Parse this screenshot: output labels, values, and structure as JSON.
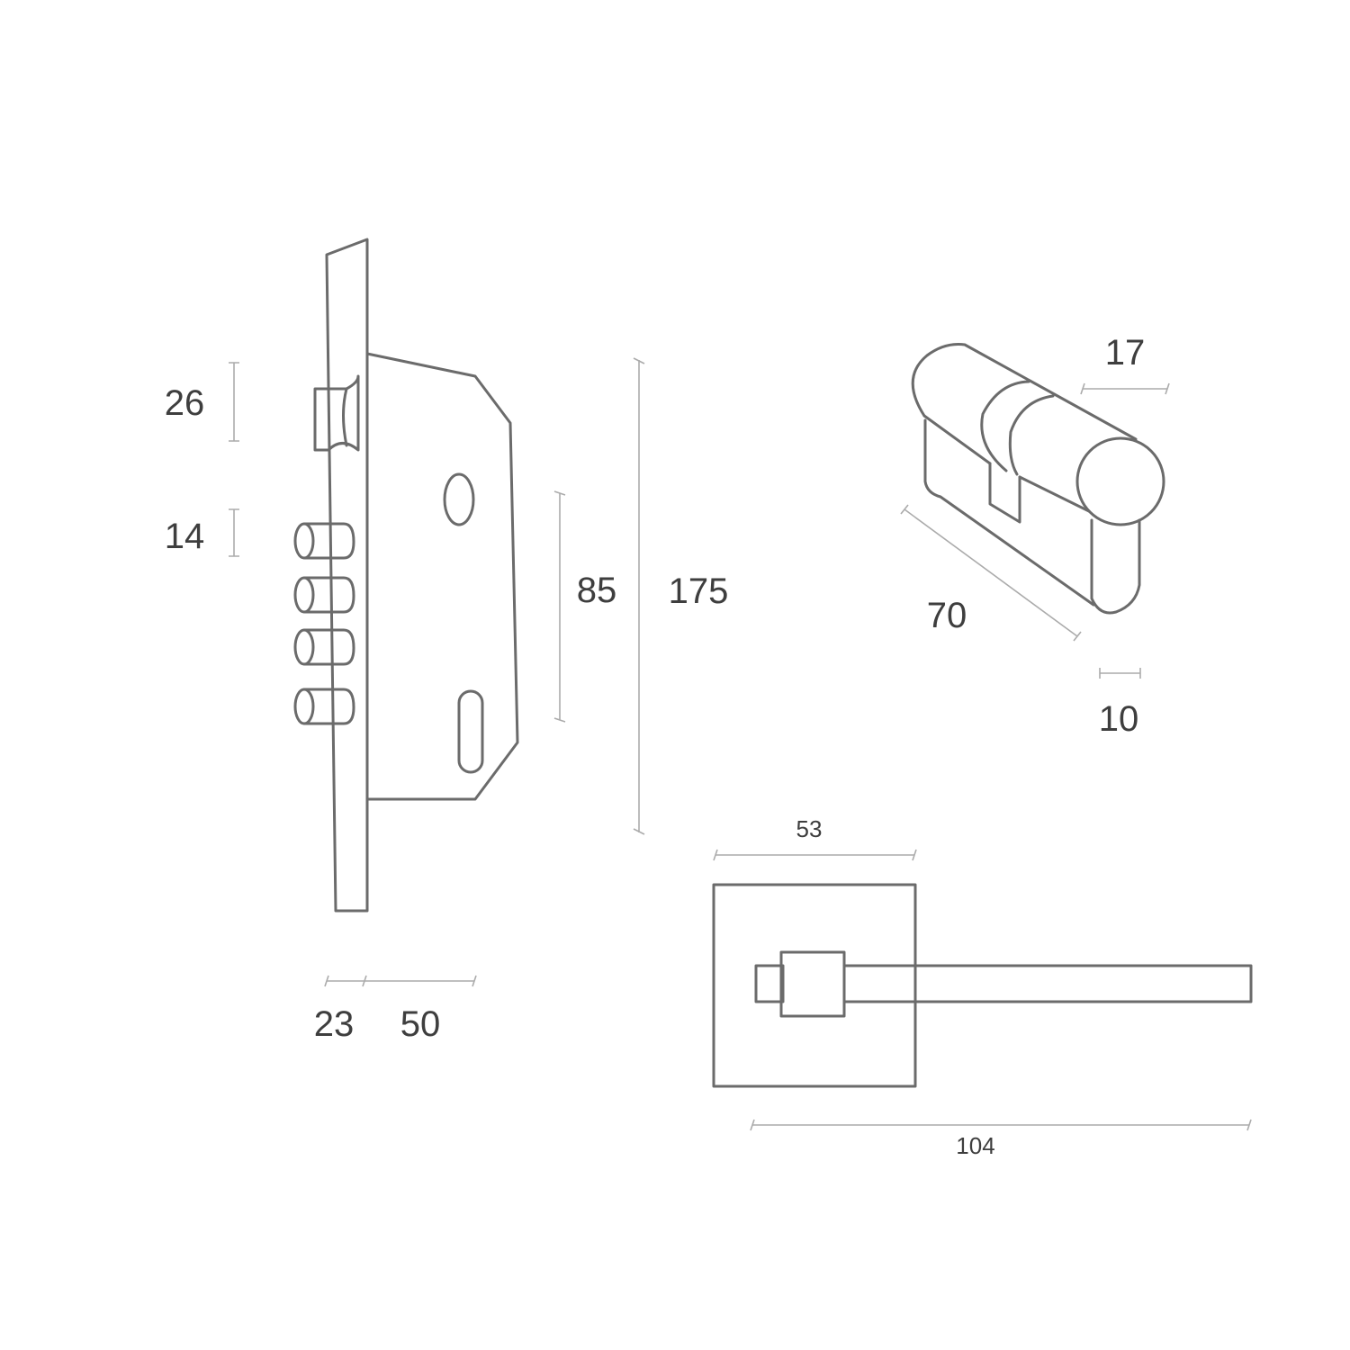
{
  "mortise_lock": {
    "dims": {
      "latch_height": "26",
      "bolt_height": "14",
      "center_distance": "85",
      "total_height": "175",
      "faceplate_width": "23",
      "backset": "50"
    }
  },
  "cylinder": {
    "dims": {
      "diameter": "17",
      "length": "70",
      "cam_width": "10"
    }
  },
  "handle": {
    "dims": {
      "rose_width": "53",
      "lever_length": "104"
    }
  },
  "colors": {
    "outline": "#6b6b6b",
    "dimension": "#ababab",
    "text": "#3e3e3e"
  }
}
